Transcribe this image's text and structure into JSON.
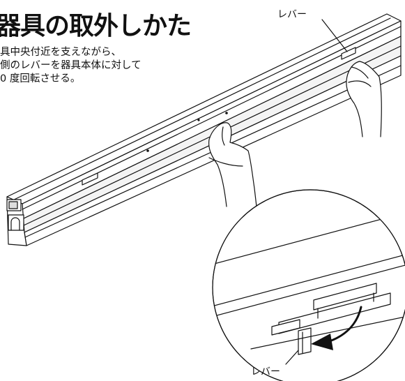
{
  "doc": {
    "title": "器具の取外しかた",
    "instructions": [
      "具中央付近を支えながら、",
      "側のレバーを器具本体に対して",
      "0 度回転させる。"
    ],
    "label_top": "レバー",
    "label_bottom": "レバー"
  }
}
